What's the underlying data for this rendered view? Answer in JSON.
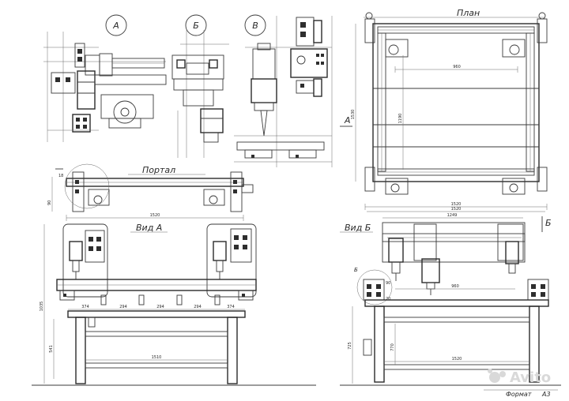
{
  "labels": {
    "view_a_circle": "А",
    "view_b_circle": "Б",
    "view_v_circle": "В",
    "plan": "План",
    "portal": "Портал",
    "vid_a": "Вид А",
    "vid_b": "Вид Б",
    "arrow_a": "А",
    "arrow_b": "Б",
    "arrow_b_left": "Б",
    "format": "Формат",
    "format_value": "А3",
    "watermark": "Avito"
  },
  "dims": {
    "plan_width": "1520",
    "plan_height": "1190",
    "plan_inner": "960",
    "plan_side": "1530",
    "portal_width": "1520",
    "portal_height": "90",
    "portal_small": "18",
    "vid_a_total_h": "1035",
    "vid_a_seg1": "374",
    "vid_a_seg2": "294",
    "vid_a_seg3": "294",
    "vid_a_seg4": "294",
    "vid_a_seg5": "374",
    "vid_a_leg": "541",
    "vid_a_base": "1510",
    "vid_b_top": "1249",
    "vid_b_width": "1520",
    "vid_b_inner": "960",
    "vid_b_leg": "770",
    "vid_b_h": "725",
    "vid_b_base": "1520",
    "vid_b_small1": "90",
    "vid_b_small2": "20"
  }
}
